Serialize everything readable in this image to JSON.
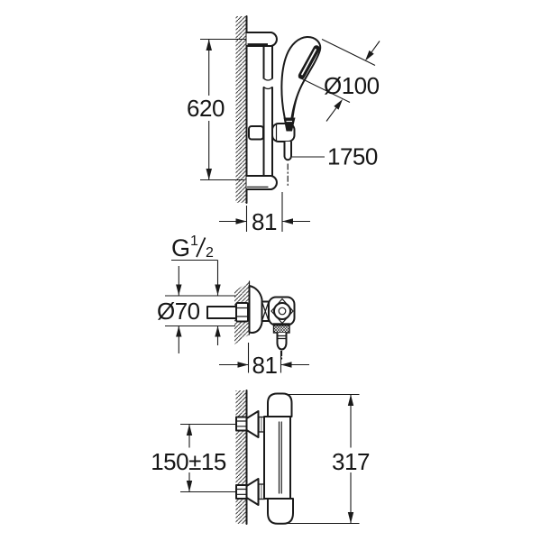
{
  "views": {
    "rail_front": {
      "rail_height": "620",
      "head_diameter": "Ø100",
      "hose_length": "1750",
      "wall_offset": "81"
    },
    "valve_side": {
      "thread_prefix": "G",
      "thread_numerator": "1",
      "thread_denominator": "2",
      "rosette_diameter": "Ø70",
      "wall_offset": "81"
    },
    "thermostat_side": {
      "connection_centers": "150±15",
      "total_height": "317"
    }
  },
  "colors": {
    "line": "#1a1a1a",
    "background": "#ffffff"
  }
}
